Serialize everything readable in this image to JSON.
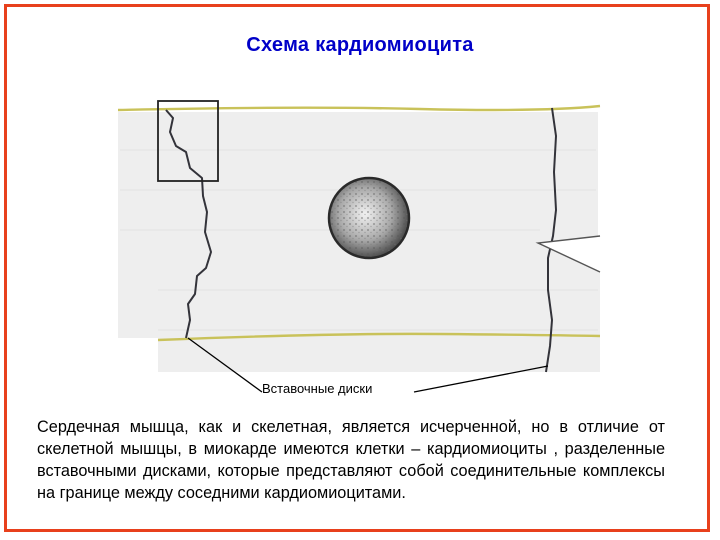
{
  "slide": {
    "title": "Схема кардиомиоцита",
    "callout_label": "Вставочные диски",
    "body_text": "Сердечная мышца, как и скелетная, является исчерченной, но в отличие от скелетной мышцы, в миокарде имеются клетки – кардиомиоциты , разделенные вставочными дисками, которые представляют собой соединительные комплексы на границе между соседними кардиомиоцитами."
  },
  "colors": {
    "frame": "#e8401c",
    "title": "#0000c8",
    "cell_fill": "#eeeeee",
    "membrane": "#c9c25a",
    "disc_line": "#33333a",
    "highlight_box": "#222222"
  },
  "icons": {
    "nucleus": "nucleus-icon"
  }
}
